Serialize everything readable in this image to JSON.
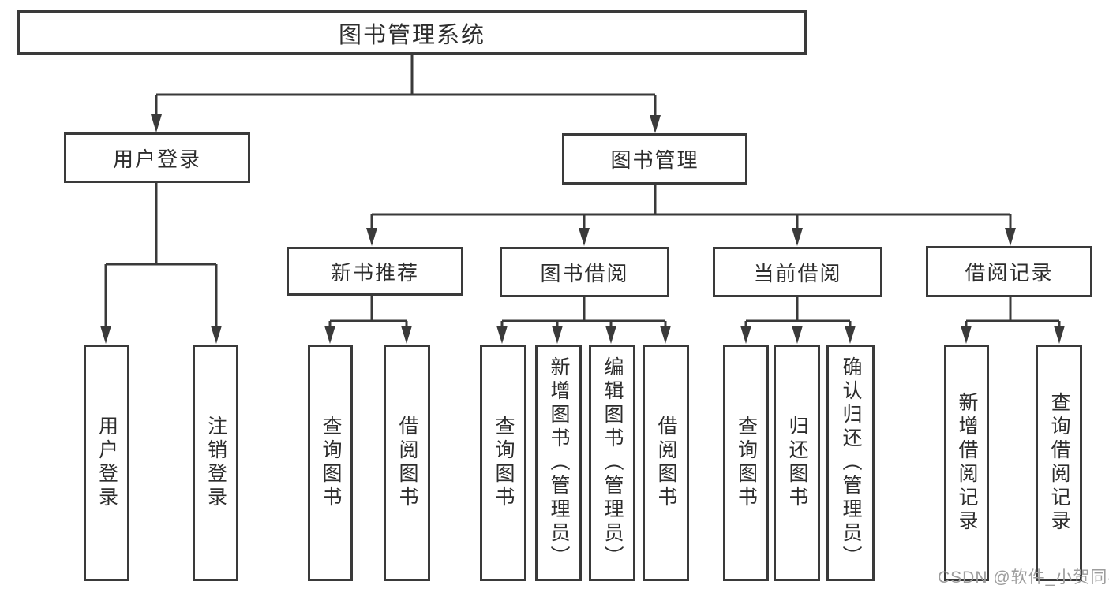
{
  "colors": {
    "line": "#3a3a3a",
    "text": "#2d2d2d",
    "watermark_gray": "#9d9d9d",
    "background": "#ffffff"
  },
  "watermark": {
    "text": "CSDN @软件_小贺同学"
  },
  "tree": {
    "root": {
      "label": "图书管理系统"
    },
    "level2": [
      {
        "label": "用户登录",
        "children": [
          {
            "label": "用户登录"
          },
          {
            "label": "注销登录"
          }
        ]
      },
      {
        "label": "图书管理",
        "children": [
          {
            "label": "新书推荐",
            "children": [
              {
                "label": "查询图书"
              },
              {
                "label": "借阅图书"
              }
            ]
          },
          {
            "label": "图书借阅",
            "children": [
              {
                "label": "查询图书"
              },
              {
                "label": "新增图书（管理员）"
              },
              {
                "label": "编辑图书（管理员）"
              },
              {
                "label": "借阅图书"
              }
            ]
          },
          {
            "label": "当前借阅",
            "children": [
              {
                "label": "查询图书"
              },
              {
                "label": "归还图书"
              },
              {
                "label": "确认归还（管理员）"
              }
            ]
          },
          {
            "label": "借阅记录",
            "children": [
              {
                "label": "新增借阅记录"
              },
              {
                "label": "查询借阅记录"
              }
            ]
          }
        ]
      }
    ]
  }
}
